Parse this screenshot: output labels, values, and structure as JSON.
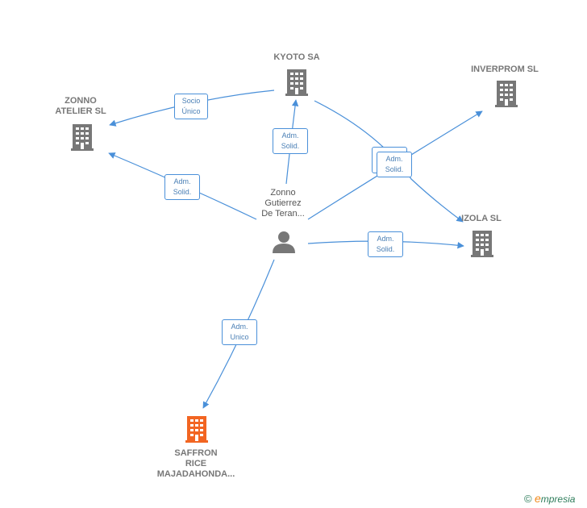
{
  "nodes": {
    "kyoto": {
      "label": "KYOTO SA",
      "type": "company"
    },
    "zonno_atelier": {
      "label_line1": "ZONNO",
      "label_line2": "ATELIER  SL",
      "type": "company"
    },
    "inverprom": {
      "label": "INVERPROM SL",
      "type": "company"
    },
    "izola": {
      "label": "IZOLA SL",
      "type": "company"
    },
    "person": {
      "label_line1": "Zonno",
      "label_line2": "Gutierrez",
      "label_line3": "De Teran...",
      "type": "person"
    },
    "saffron": {
      "label_line1": "SAFFRON",
      "label_line2": "RICE",
      "label_line3": "MAJADAHONDA...",
      "type": "company-focus"
    }
  },
  "edges": {
    "socio_unico": {
      "line1": "Socio",
      "line2": "Único"
    },
    "adm_kyoto": {
      "line1": "Adm.",
      "line2": "Solid."
    },
    "adm_zonno": {
      "line1": "Adm.",
      "line2": "Solid."
    },
    "adm_group": {
      "line1": "Adm.",
      "line2": "Solid."
    },
    "adm_izola": {
      "line1": "Adm.",
      "line2": "Solid."
    },
    "adm_saffron": {
      "line1": "Adm.",
      "line2": "Unico"
    }
  },
  "colors": {
    "edge": "#4a90d9",
    "company_icon": "#777777",
    "focus_icon": "#f26522",
    "person_icon": "#777777"
  },
  "icons": {
    "company": "building-icon",
    "person": "person-icon",
    "copyright": "copyright-icon"
  },
  "brand": {
    "copyright": "©",
    "e": "e",
    "rest": "mpresia"
  }
}
